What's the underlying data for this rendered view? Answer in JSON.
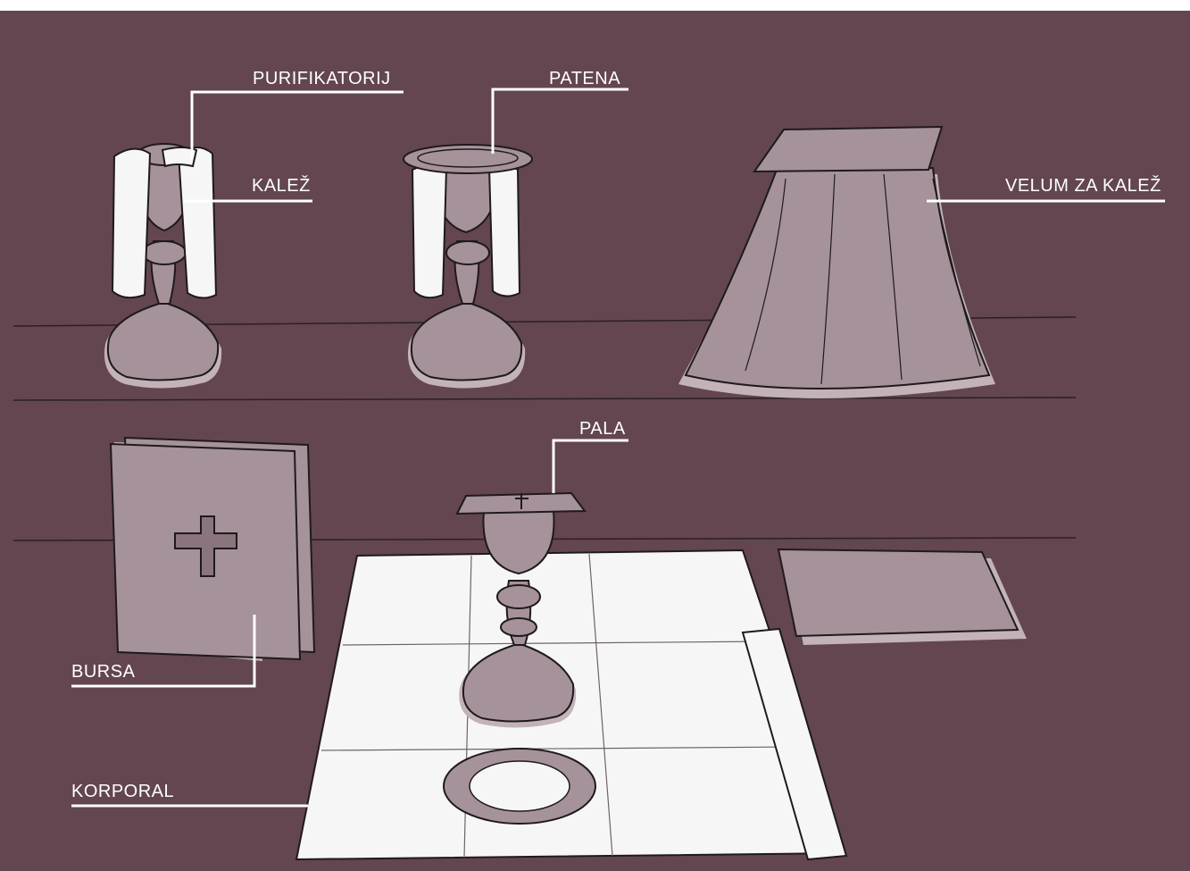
{
  "colors": {
    "background": "#634650",
    "object_fill": "#a6929a",
    "object_shadow": "#c3b3b9",
    "cloth": "#f7f6f6",
    "ink": "#1f1a1c",
    "label_text": "#ffffff",
    "leader_line": "#ffffff",
    "shelf_line": "#2b2024"
  },
  "labels": {
    "purifikatorij": "PURIFIKATORIJ",
    "patena": "PATENA",
    "kalez": "KALEŽ",
    "velum": "VELUM ZA KALEŽ",
    "pala": "PALA",
    "bursa": "BURSA",
    "korporal": "KORPORAL"
  }
}
